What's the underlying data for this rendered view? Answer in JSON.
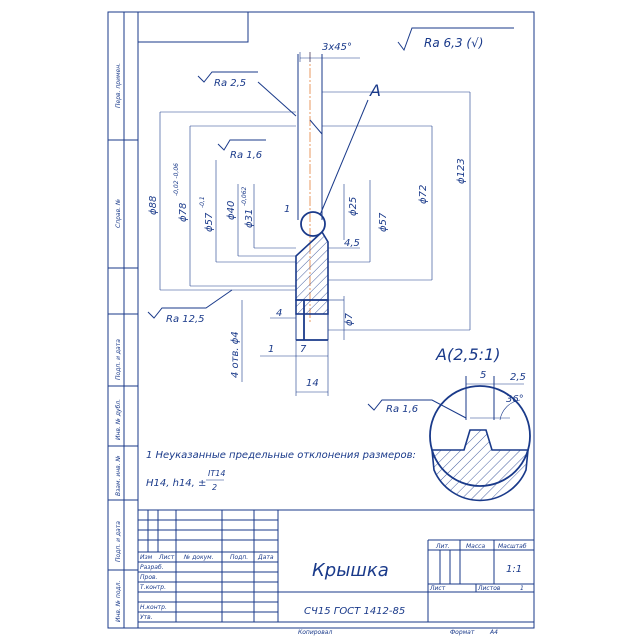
{
  "roughness_general": "Ra 6,3 (√)",
  "chamfer": "3x45°",
  "view_label": "A",
  "detail_label": "A(2,5:1)",
  "roughness": {
    "r1": "Ra 2,5",
    "r2": "Ra 1,6",
    "r3": "Ra 12,5",
    "r4": "Ra 1,6"
  },
  "dims": {
    "d88": "ϕ88",
    "d78": "ϕ78",
    "d78_tol": "-0,02 -0,06",
    "d57a": "ϕ57",
    "d57a_tol": "-0,1",
    "d40": "ϕ40",
    "d31": "ϕ31",
    "d31_tol": "-0,062",
    "d25": "ϕ25",
    "d57b": "ϕ57",
    "d72": "ϕ72",
    "d123": "ϕ123",
    "d7": "ϕ7",
    "one_a": "1",
    "one_b": "1",
    "four_five": "4,5",
    "four": "4",
    "seven": "7",
    "fourteen": "14",
    "holes": "4 отв. ϕ4",
    "det_5": "5",
    "det_25": "2,5",
    "det_36": "36°"
  },
  "notes": {
    "line1": "1 Неуказанные предельные отклонения размеров:",
    "line2": "H14, h14, ±",
    "frac_top": "IT14",
    "frac_bot": "2"
  },
  "side_strip": {
    "s1": "Перв. примен.",
    "s2": "Справ. №",
    "s3": "Подп. и дата",
    "s4": "Инв. № дубл.",
    "s5": "Взам. инв. №",
    "s6": "Подп. и дата",
    "s7": "Инв. № подл."
  },
  "title_block": {
    "name": "Крышка",
    "material": "СЧ15 ГОСТ 1412-85",
    "hdr_izm": "Изм",
    "hdr_list": "Лист",
    "hdr_docnum": "№ докум.",
    "hdr_podp": "Подп.",
    "hdr_data": "Дата",
    "razrab": "Разраб.",
    "prov": "Пров.",
    "tkontr": "Т.контр.",
    "nkontr": "Н.контр.",
    "utv": "Утв.",
    "lit": "Лит.",
    "massa": "Масса",
    "masshtab": "Масштаб",
    "scale_value": "1:1",
    "list": "Лист",
    "listov": "Листов",
    "listov_val": "1"
  },
  "footer": {
    "copied": "Копировал",
    "format": "Формат",
    "format_val": "А4"
  }
}
